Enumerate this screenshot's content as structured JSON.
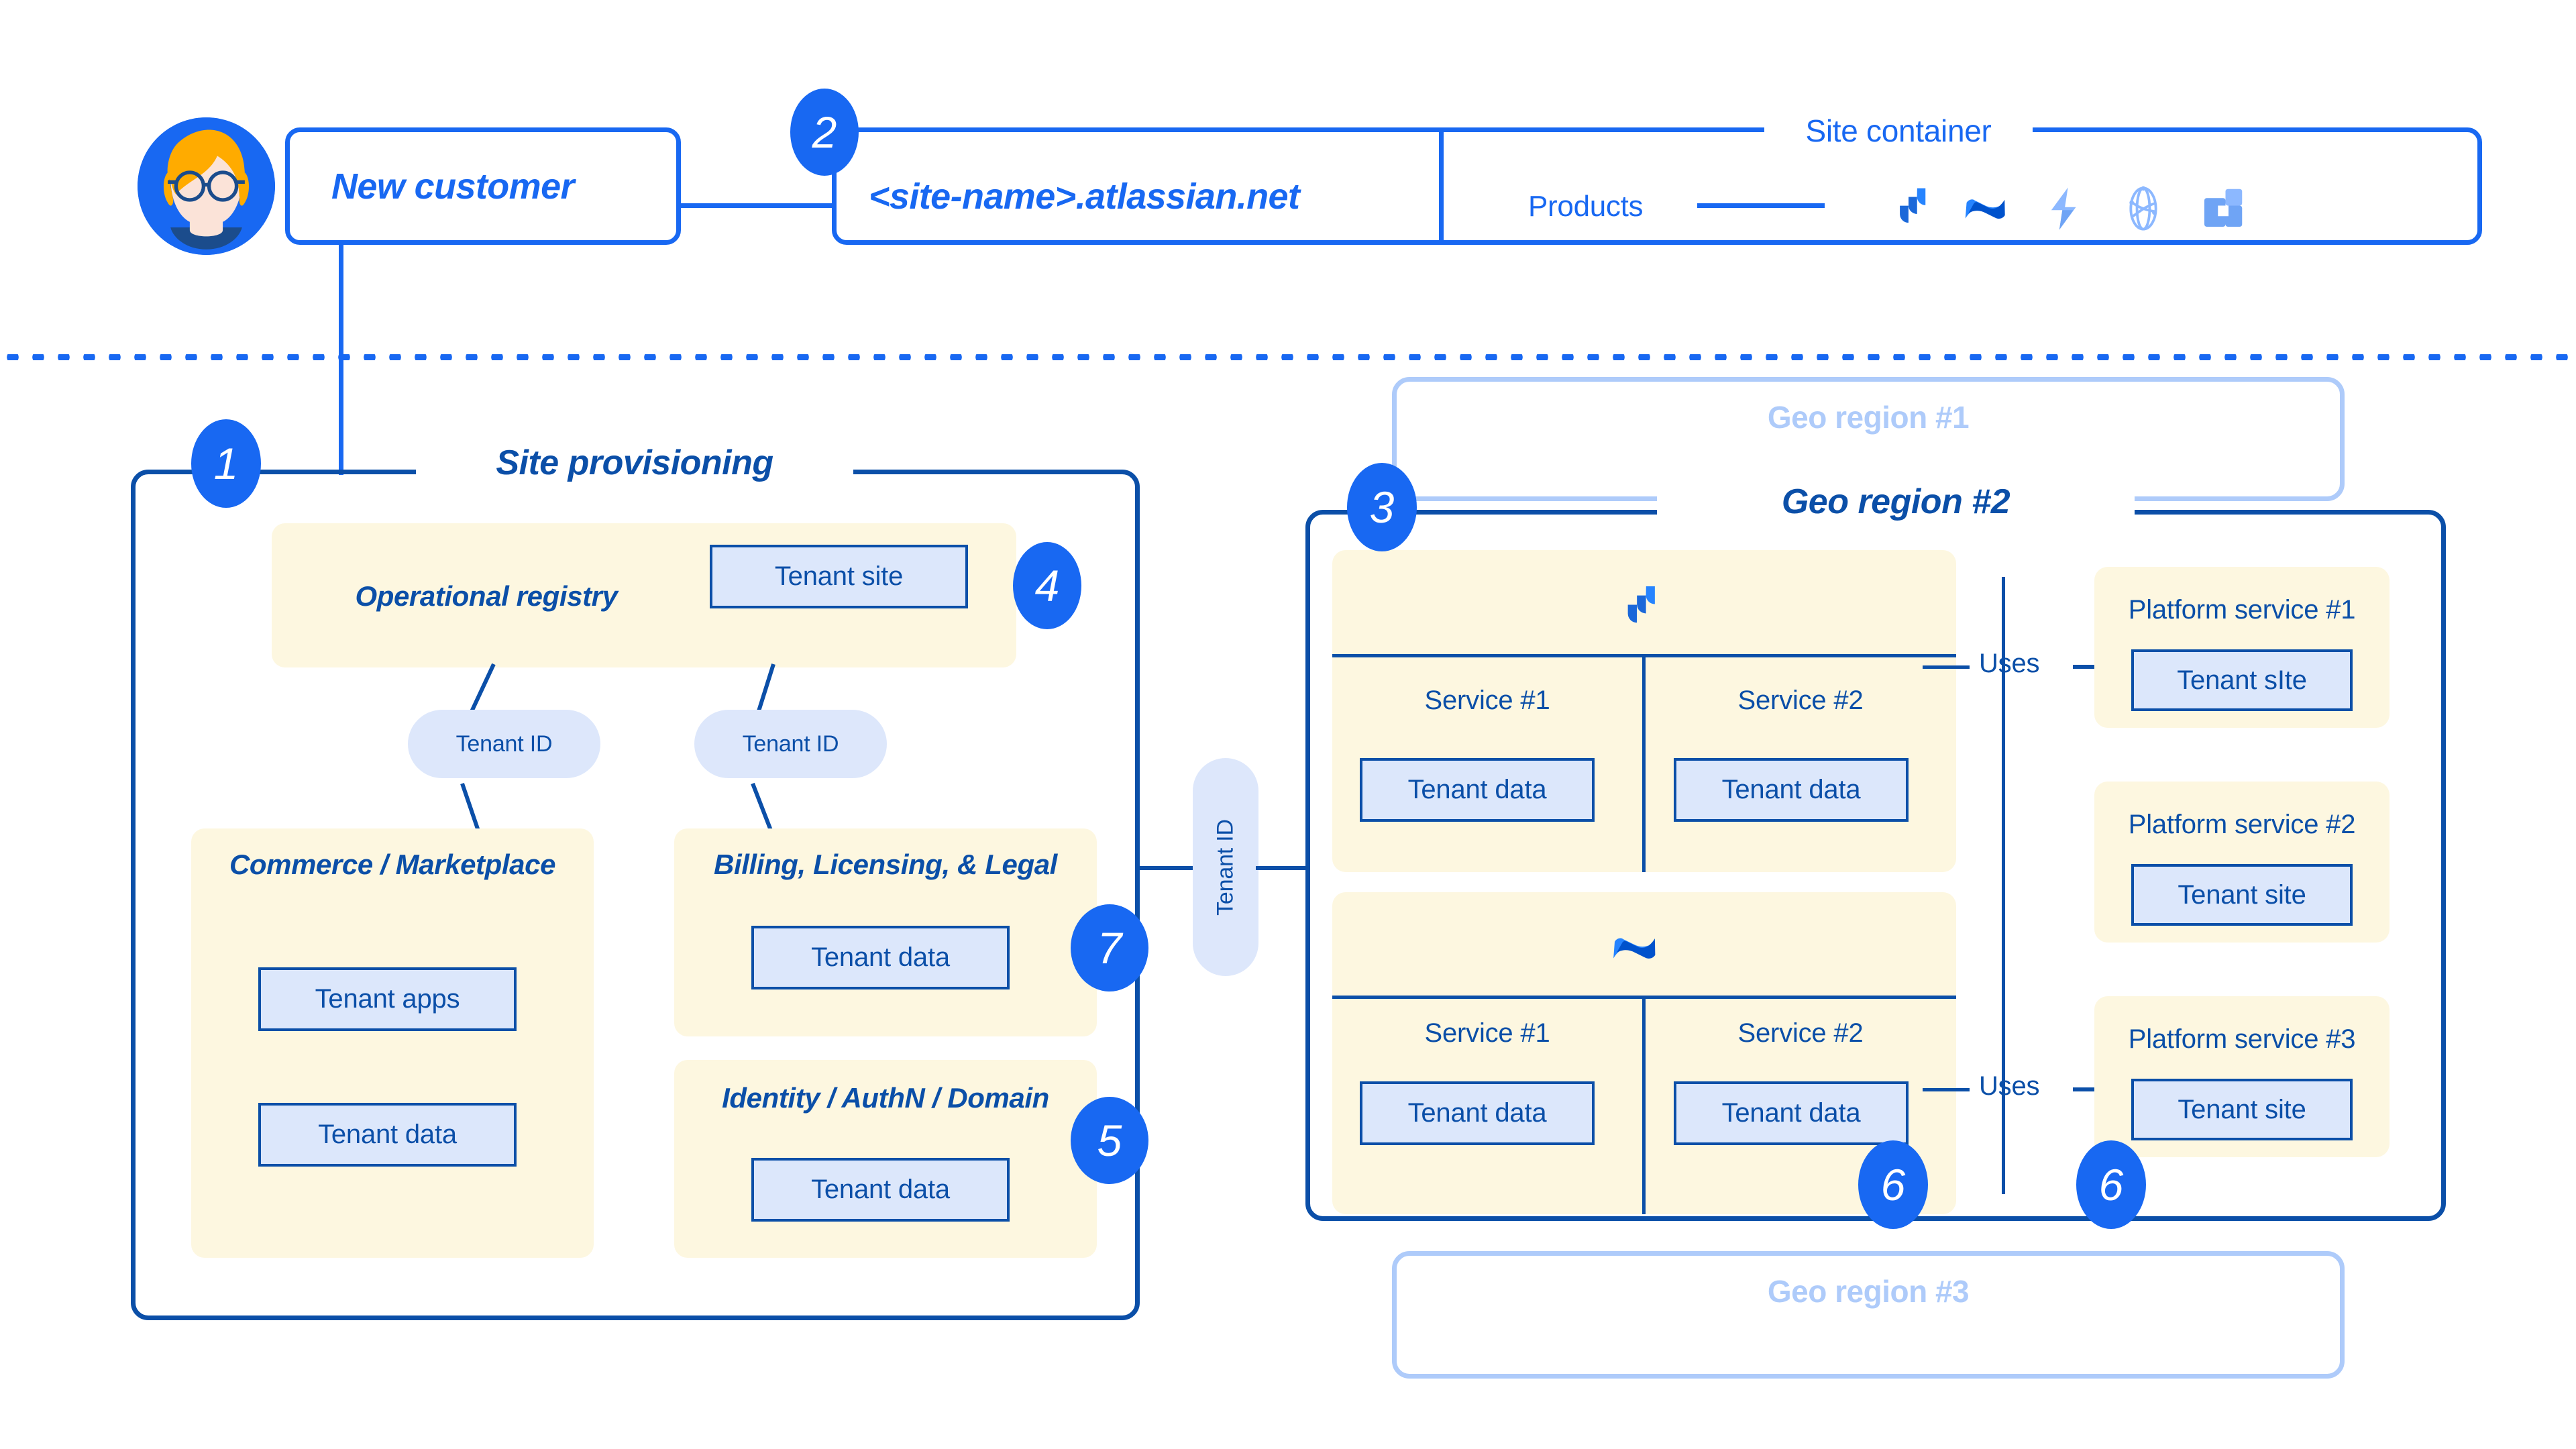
{
  "top": {
    "customer_label": "New customer",
    "site_url": "<site-name>.atlassian.net",
    "site_container_title": "Site container",
    "products_label": "Products",
    "product_icons": [
      "jira-icon",
      "confluence-icon",
      "jira-service-management-icon",
      "atlas-globe-icon",
      "bitbucket-icon"
    ],
    "badge_site": "2",
    "avatar": "customer-avatar"
  },
  "provisioning": {
    "title": "Site provisioning",
    "badge": "1",
    "registry": {
      "label": "Operational registry",
      "tenant_site": "Tenant site",
      "badge": "4"
    },
    "tenant_id_left": "Tenant ID",
    "tenant_id_right": "Tenant ID",
    "commerce": {
      "label": "Commerce / Marketplace",
      "tenant_apps": "Tenant apps",
      "tenant_data": "Tenant data"
    },
    "billing": {
      "label": "Billing, Licensing, & Legal",
      "tenant_data": "Tenant data",
      "badge": "7"
    },
    "identity": {
      "label": "Identity / AuthN / Domain",
      "tenant_data": "Tenant data",
      "badge": "5"
    }
  },
  "connector": {
    "tenant_id": "Tenant ID"
  },
  "geo": {
    "region1_label": "Geo region #1",
    "region3_label": "Geo region #3",
    "region2": {
      "title": "Geo region #2",
      "badge": "3",
      "product_groups": [
        {
          "icon": "jira-icon",
          "services": [
            {
              "name": "Service #1",
              "data": "Tenant data"
            },
            {
              "name": "Service #2",
              "data": "Tenant data"
            }
          ]
        },
        {
          "icon": "confluence-icon",
          "services": [
            {
              "name": "Service #1",
              "data": "Tenant data"
            },
            {
              "name": "Service #2",
              "data": "Tenant data"
            }
          ]
        }
      ],
      "badges_bottom": [
        "6",
        "6"
      ]
    },
    "platform_services": [
      {
        "title": "Platform service #1",
        "box": "Tenant sIte",
        "uses_label": "Uses"
      },
      {
        "title": "Platform service #2",
        "box": "Tenant site",
        "uses_label": ""
      },
      {
        "title": "Platform service #3",
        "box": "Tenant site",
        "uses_label": "Uses"
      }
    ]
  },
  "colors": {
    "brand_blue": "#1868F2",
    "deep_blue": "#0B4FA8",
    "cream": "#FDF7E0",
    "light_blue_box": "#DCE7FB",
    "ghost_blue": "#AECBFA"
  }
}
